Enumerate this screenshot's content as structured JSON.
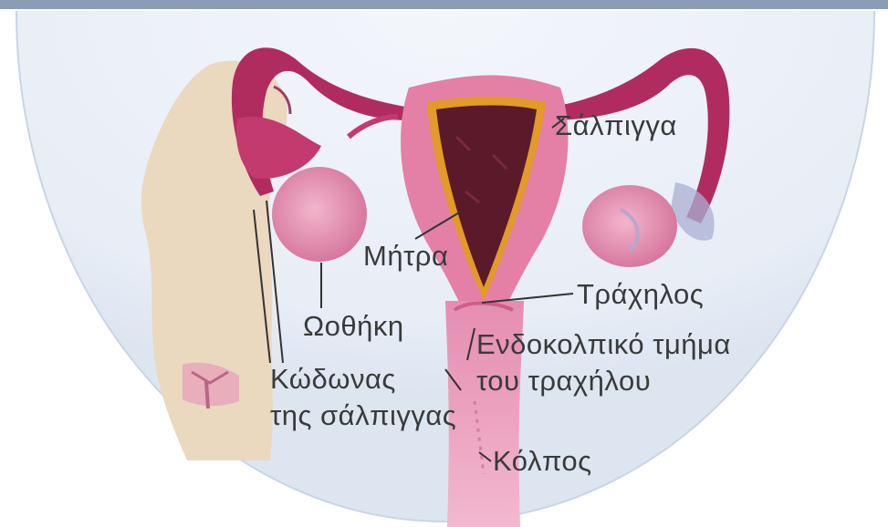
{
  "diagram": {
    "labels": {
      "salpinx": "Σάλπιγγα",
      "mitra": "Μήτρα",
      "trachilos": "Τράχηλος",
      "oothiki": "Ωοθήκη",
      "endokolpiko_line1": "Ενδοκολπικό τμήμα",
      "endokolpiko_line2": "του τραχήλου",
      "kodonas_line1": "Κώδωνας",
      "kodonas_line2": "της σάλπιγγας",
      "kolpos": "Κόλπος"
    },
    "colors": {
      "frame": "#8b9db6",
      "halo": "#e9eef7",
      "body_skin": "#ead8bf",
      "tissue_pink": "#e493b3",
      "tube_dark": "#b02c5f",
      "cavity": "#5a1a2a",
      "lining": "#e29a28",
      "label_text": "#3a3a3a"
    }
  }
}
